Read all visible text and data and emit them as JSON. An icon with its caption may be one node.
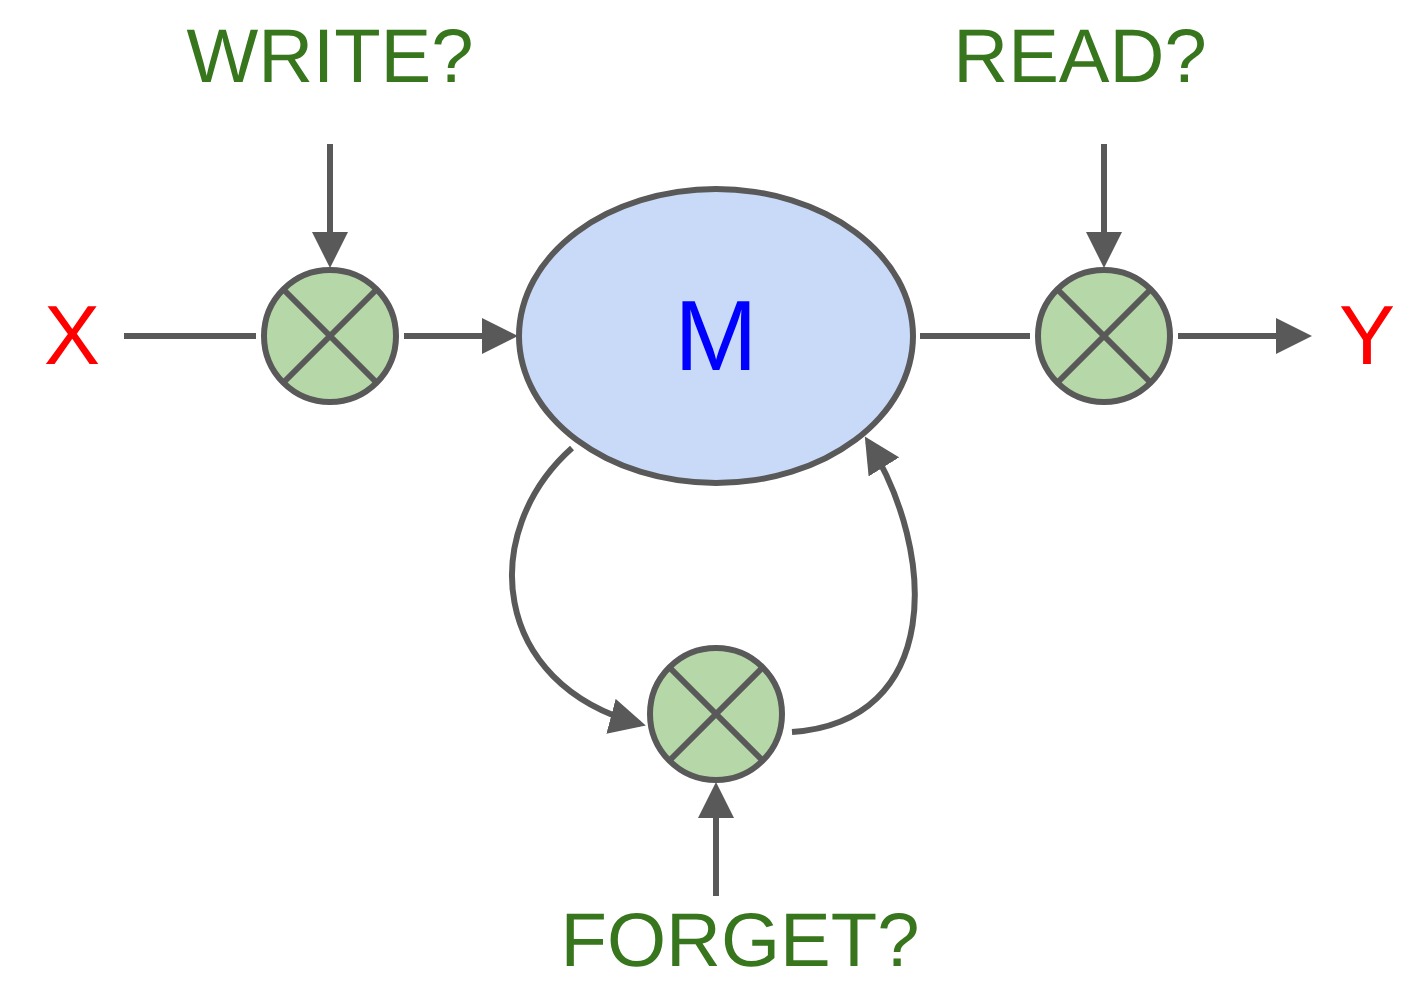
{
  "diagram": {
    "nodes": [
      {
        "text": [
          "WRITE?"
        ]
      },
      {
        "text": [
          "READ?"
        ]
      },
      {
        "text": [
          "X"
        ]
      },
      {
        "text": [],
        "shape": "circle"
      },
      {
        "text": [
          "M"
        ]
      },
      {
        "text": [],
        "shape": "circle"
      },
      {
        "text": [
          "Y"
        ]
      },
      {
        "text": [],
        "shape": "circle"
      },
      {
        "text": [
          "FORGET?"
        ]
      }
    ],
    "edges": [
      {
        "from": 2,
        "to": 3,
        "arrow": "none"
      },
      {
        "from": 3,
        "to": 4,
        "arrow": "to"
      },
      {
        "from": 4,
        "to": 5,
        "arrow": "none"
      },
      {
        "from": 5,
        "to": 6,
        "arrow": "to"
      },
      {
        "from": 0,
        "to": 3,
        "arrow": "to"
      },
      {
        "from": 1,
        "to": 5,
        "arrow": "to"
      },
      {
        "from": 4,
        "to": 7,
        "arrow": "to"
      },
      {
        "from": 7,
        "to": 4,
        "arrow": "to"
      },
      {
        "from": 8,
        "to": 7,
        "arrow": "to"
      }
    ]
  }
}
